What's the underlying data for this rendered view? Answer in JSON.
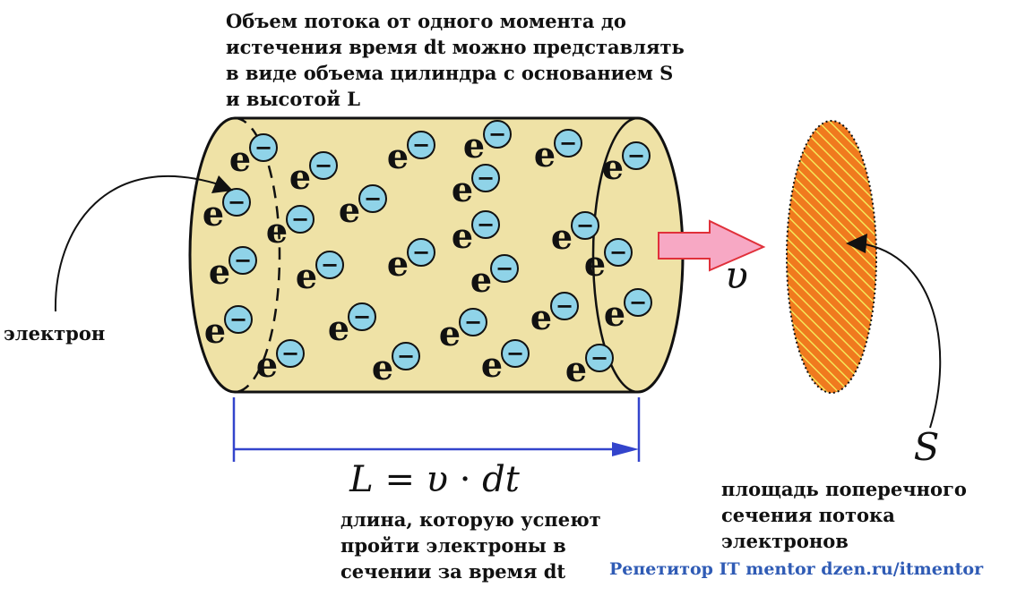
{
  "caption_top": [
    "Объем потока от одного момента до",
    "истечения время dt можно представлять",
    "в виде объема цилиндра с основанием S",
    "и высотой L"
  ],
  "label_electron": "электрон",
  "electron_symbol": "e",
  "electron_charge": "−",
  "velocity_symbol": "υ",
  "formula": {
    "L": "L",
    "eq": "=",
    "v": "υ",
    "dot": "·",
    "dt": "dt"
  },
  "caption_length": [
    "длина, которую успеют",
    "пройти электроны в",
    "сечении за время dt"
  ],
  "area_symbol": "S",
  "caption_area": [
    "площадь поперечного",
    "сечения потока электронов"
  ],
  "credit": "Репетитор IT mentor dzen.ru/itmentor",
  "colors": {
    "cylinder_fill": "#efe2a6",
    "electron_fill": "#8fd3e8",
    "arrow_fill": "#f7a8c4",
    "arrow_stroke": "#e0303a",
    "dimension_line": "#3344cc",
    "disc_orange": "#f07a1e",
    "disc_hatch": "#f4e65a",
    "credit": "#2f5bb5"
  }
}
